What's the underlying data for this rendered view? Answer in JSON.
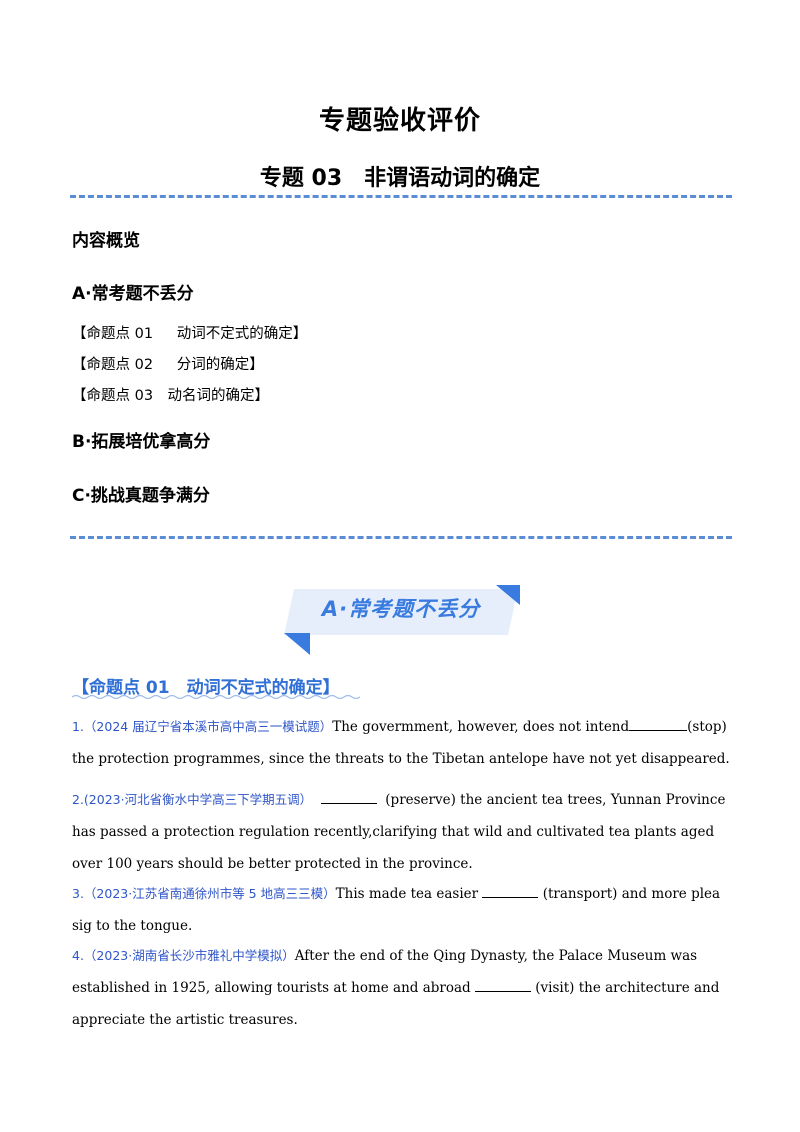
{
  "doc": {
    "title": "专题验收评价",
    "subtitle": "专题 03　非谓语动词的确定"
  },
  "overview": {
    "heading": "内容概览",
    "section_a": "A·常考题不丢分",
    "items": [
      "【命题点 01　  动词不定式的确定】",
      "【命题点 02　  分词的确定】",
      "【命题点 03　动名词的确定】"
    ],
    "section_b": "B·拓展培优拿高分",
    "section_c": "C·挑战真题争满分"
  },
  "banner": {
    "label": "A·常考题不丢分",
    "color": "#3a7be0"
  },
  "knowledge_point": {
    "title": "【命题点 01　动词不定式的确定】",
    "color": "#2f6fd6"
  },
  "questions": [
    {
      "source": "1.（2024 届辽宁省本溪市高中高三一模试题）",
      "before": "The govermment, however, does not intend",
      "after": "(stop) the protection programmes, since the threats to the Tibetan antelope have not yet disappeared."
    },
    {
      "source": "2.(2023·河北省衡水中学高三下学期五调）",
      "before": "",
      "after": "(preserve) the ancient tea trees, Yunnan Province has passed a protection regulation recently,clarifying  that wild and cultivated tea plants aged over 100 years should be better protected in the province."
    },
    {
      "source": "3.（2023·江苏省南通徐州市等 5 地高三三模）",
      "before": "This made tea easier",
      "after": "(transport) and more plea sig to the tongue."
    },
    {
      "source": "4.（2023·湖南省长沙市雅礼中学模拟）",
      "before": "After the end of the Qing Dynasty, the Palace Museum  was  established in 1925, allowing tourists at home and abroad",
      "after": "(visit) the architecture and appreciate the artistic treasures."
    }
  ]
}
